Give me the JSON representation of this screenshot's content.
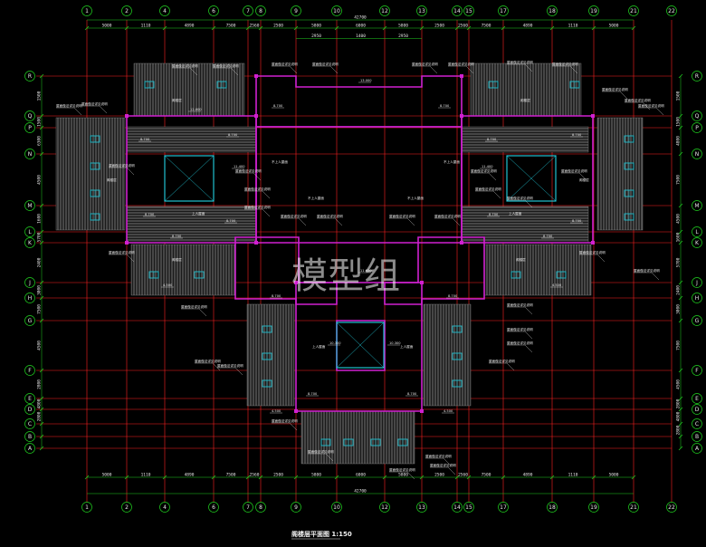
{
  "drawing": {
    "title": "阁楼层平面图 1:150",
    "subtitle": "",
    "watermark": "模型组",
    "colors": {
      "background": "#000000",
      "grid": "#ff2020",
      "wall": "#d020d0",
      "hatch": "#8a8a8a",
      "dim": "#20d020",
      "bubble": "#20d020",
      "window": "#20c0d0",
      "text": "#e6e6e6",
      "yellow": "#e0e020"
    },
    "top_axis_labels": [
      "1",
      "2",
      "4",
      "6",
      "7",
      "8",
      "9",
      "10",
      "12",
      "13",
      "14",
      "15",
      "17",
      "18",
      "19",
      "21",
      "22"
    ],
    "bottom_axis_labels": [
      "1",
      "2",
      "4",
      "6",
      "7",
      "8",
      "9",
      "10",
      "12",
      "13",
      "14",
      "15",
      "17",
      "18",
      "19",
      "21",
      "22"
    ],
    "left_axis_labels": [
      "R",
      "Q",
      "P",
      "N",
      "M",
      "L",
      "K",
      "J",
      "H",
      "G",
      "F",
      "E",
      "D",
      "C",
      "B",
      "A"
    ],
    "right_axis_labels": [
      "R",
      "Q",
      "P",
      "N",
      "M",
      "L",
      "K",
      "J",
      "H",
      "G",
      "F",
      "E",
      "D",
      "C",
      "B",
      "A"
    ],
    "top_overall_dim": "42700",
    "top_dims": [
      "5000",
      "1110",
      "4890",
      "7500",
      "2560",
      "2500",
      "5800",
      "6000",
      "5800",
      "2500",
      "2560",
      "7500",
      "4890",
      "1110",
      "5000"
    ],
    "top_sub_dims": [
      "2950",
      "1400",
      "2950"
    ],
    "bottom_overall_dim": "42700",
    "bottom_dims": [
      "5000",
      "1110",
      "4890",
      "7500",
      "2560",
      "2500",
      "5800",
      "6000",
      "5800",
      "2500",
      "2560",
      "7500",
      "4890",
      "1110",
      "5000"
    ],
    "left_dims": [
      "1500",
      "1500",
      "6300",
      "4500",
      "1600",
      "5700",
      "2400",
      "3000",
      "7500",
      "4500",
      "2800",
      "4800",
      "2800"
    ],
    "right_dims": [
      "1500",
      "1500",
      "4800",
      "7500",
      "4500",
      "1600",
      "5700",
      "2400",
      "3000",
      "7500",
      "4500",
      "2800",
      "4800",
      "2800"
    ],
    "elevation_labels": [
      "8.700",
      "8.700",
      "8.700",
      "8.700",
      "8.700",
      "8.700",
      "8.700",
      "8.700",
      "8.700",
      "8.700",
      "8.700",
      "8.700",
      "8.700",
      "8.700",
      "8.700",
      "8.700",
      "12.000",
      "11.400",
      "11.400",
      "10.300",
      "10.300",
      "4.500",
      "4.500",
      "4.500",
      "4.500",
      "13.000",
      "11.600"
    ],
    "room_labels": [
      "阁楼层",
      "阁楼层",
      "阁楼层",
      "阁楼层",
      "阁楼层",
      "阁楼层",
      "上人屋面",
      "上人屋面",
      "上人屋面",
      "上人屋面",
      "不上人屋面",
      "不上人屋面",
      "不上人屋面",
      "不上人屋面"
    ],
    "note_labels": [
      "屋面做法详见说明",
      "屋面做法详见说明",
      "屋面做法详见说明",
      "屋面做法详见说明",
      "屋面做法详见说明",
      "屋面做法详见说明",
      "屋面做法详见说明",
      "屋面做法详见说明",
      "屋面做法详见说明",
      "屋面做法详见说明",
      "屋面做法详见说明",
      "屋面做法详见说明",
      "屋面做法详见说明",
      "屋面做法详见说明",
      "屋面做法详见说明",
      "屋面做法详见说明",
      "屋面做法详见说明",
      "屋面做法详见说明",
      "屋面做法详见说明",
      "屋面做法详见说明",
      "屋面做法详见说明",
      "屋面做法详见说明",
      "屋面做法详见说明",
      "屋面做法详见说明",
      "屋面做法详见说明",
      "屋面做法详见说明",
      "屋面做法详见说明",
      "屋面做法详见说明",
      "屋面做法详见说明",
      "屋面做法详见说明",
      "屋面做法详见说明",
      "屋面做法详见说明",
      "屋面做法详见说明",
      "屋面做法详见说明",
      "屋面做法详见说明",
      "屋面做法详见说明",
      "屋面做法详见说明",
      "屋面做法详见说明",
      "屋面做法详见说明",
      "屋面做法详见说明"
    ]
  }
}
